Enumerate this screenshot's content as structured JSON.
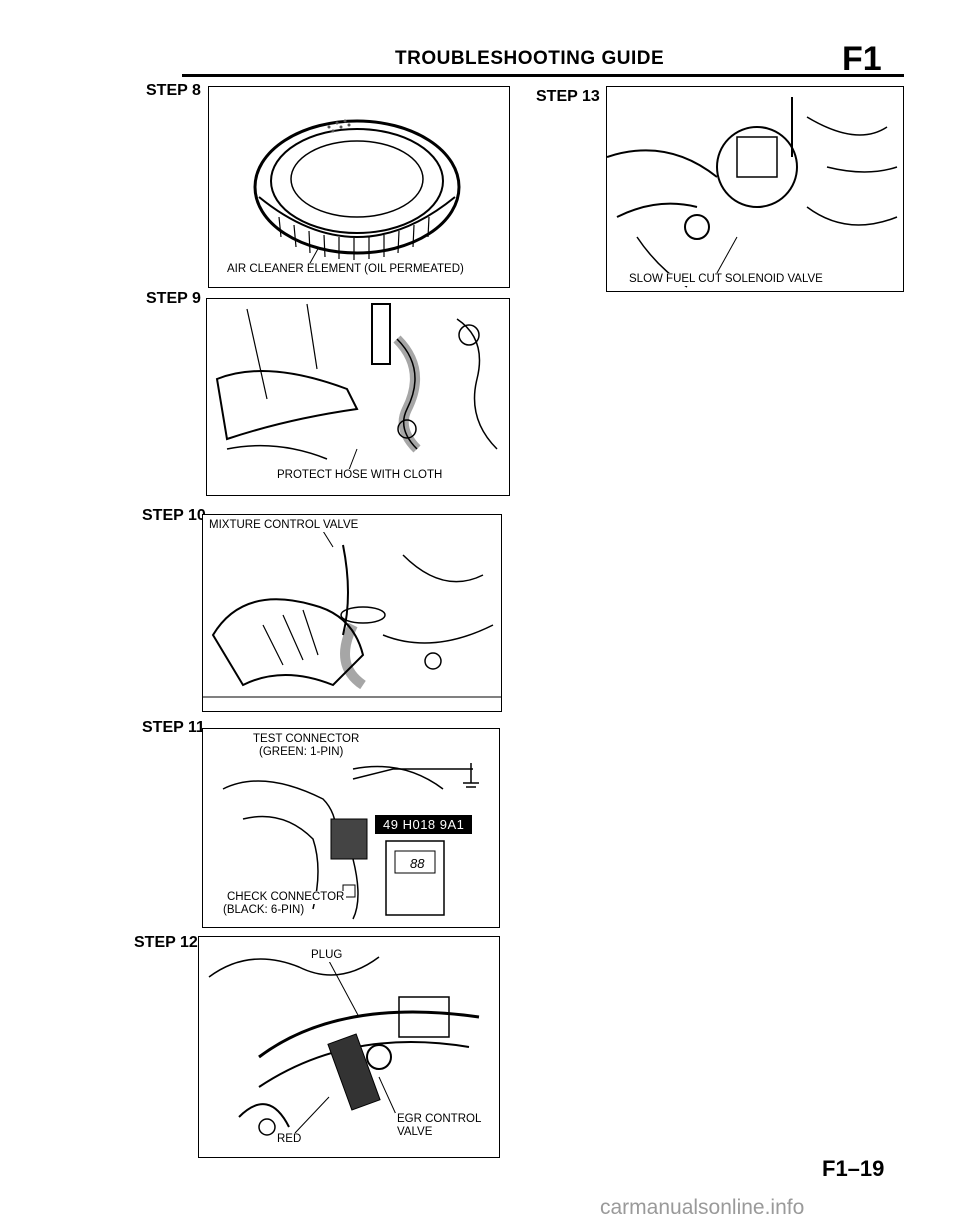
{
  "header": {
    "title": "TROUBLESHOOTING GUIDE",
    "section": "F1"
  },
  "steps": [
    {
      "label": "STEP 8",
      "callouts": [
        "AIR CLEANER ELEMENT (OIL PERMEATED)"
      ]
    },
    {
      "label": "STEP 9",
      "callouts": [
        "PROTECT HOSE WITH CLOTH"
      ]
    },
    {
      "label": "STEP 10",
      "callouts": [
        "MIXTURE CONTROL VALVE"
      ]
    },
    {
      "label": "STEP 11",
      "callouts": [
        "TEST CONNECTOR",
        "(GREEN: 1-PIN)",
        "CHECK CONNECTOR",
        "(BLACK: 6-PIN)"
      ],
      "tool": "49 H018 9A1",
      "display": "88"
    },
    {
      "label": "STEP 12",
      "callouts": [
        "PLUG",
        "EGR CONTROL",
        "VALVE",
        "RED"
      ]
    },
    {
      "label": "STEP 13",
      "callouts": [
        "SLOW FUEL CUT SOLENOID VALVE"
      ]
    }
  ],
  "footer": {
    "page_number": "F1–19",
    "watermark": "carmanualsonline.info"
  }
}
